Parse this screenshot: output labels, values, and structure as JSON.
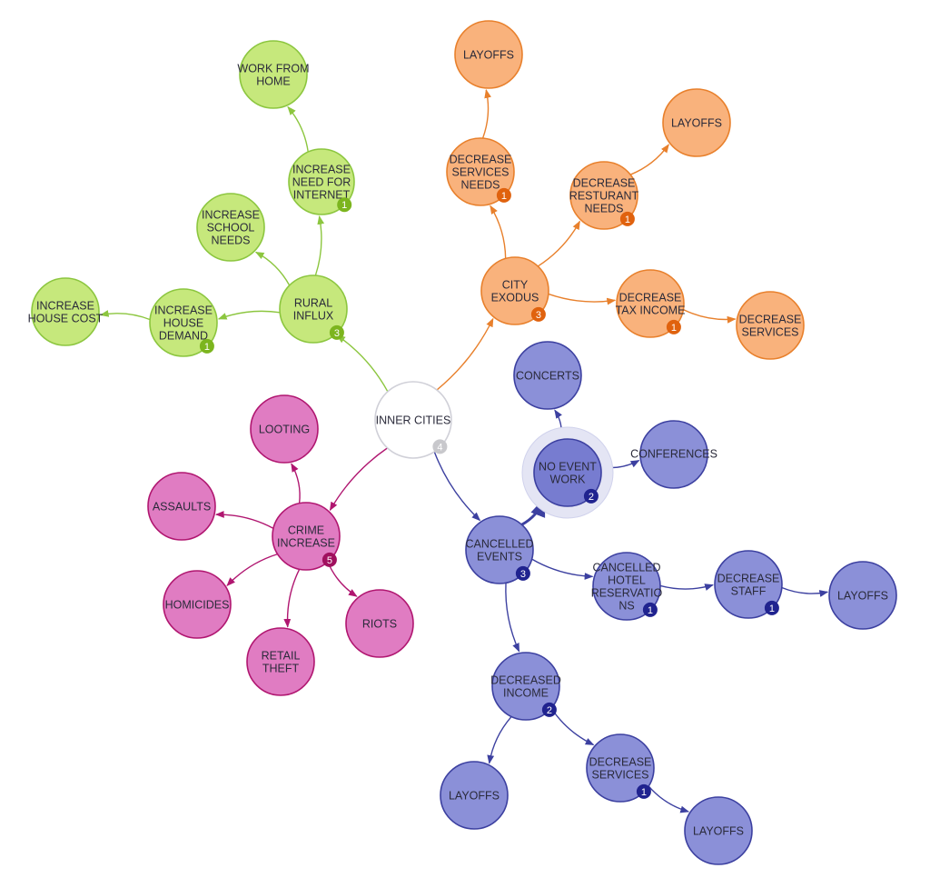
{
  "title": "INNER CITIES",
  "colors": {
    "root": {
      "fill": "#ffffff",
      "stroke": "#d0d0d8",
      "badge": "#c8c8cc",
      "edge": "#888"
    },
    "green": {
      "fill": "#c6e87c",
      "stroke": "#8cc63f",
      "badge": "#7cb51e",
      "edge": "#8cc63f"
    },
    "orange": {
      "fill": "#f9b27c",
      "stroke": "#e8802c",
      "badge": "#e0620e",
      "edge": "#e8802c"
    },
    "purple": {
      "fill": "#8b90d8",
      "stroke": "#3c40a0",
      "badge": "#20238f",
      "edge": "#3c40a0"
    },
    "pink": {
      "fill": "#e07cc2",
      "stroke": "#b01670",
      "badge": "#a0105e",
      "edge": "#b01670"
    }
  },
  "nodes": [
    {
      "id": "inner",
      "lines": [
        "INNER CITIES"
      ],
      "badge": "4",
      "group": "root"
    },
    {
      "id": "rural",
      "lines": [
        "RURAL",
        "INFLUX"
      ],
      "badge": "3",
      "group": "green"
    },
    {
      "id": "g_demand",
      "lines": [
        "INCREASE",
        "HOUSE",
        "DEMAND"
      ],
      "badge": "1",
      "group": "green"
    },
    {
      "id": "g_cost",
      "lines": [
        "INCREASE",
        "HOUSE COST"
      ],
      "group": "green"
    },
    {
      "id": "g_school",
      "lines": [
        "INCREASE",
        "SCHOOL",
        "NEEDS"
      ],
      "group": "green"
    },
    {
      "id": "g_internet",
      "lines": [
        "INCREASE",
        "NEED FOR",
        "INTERNET"
      ],
      "badge": "1",
      "group": "green"
    },
    {
      "id": "g_wfh",
      "lines": [
        "WORK FROM",
        "HOME"
      ],
      "group": "green"
    },
    {
      "id": "city",
      "lines": [
        "CITY",
        "EXODUS"
      ],
      "badge": "3",
      "group": "orange"
    },
    {
      "id": "o_svcneeds",
      "lines": [
        "DECREASE",
        "SERVICES",
        "NEEDS"
      ],
      "badge": "1",
      "group": "orange"
    },
    {
      "id": "o_lay1",
      "lines": [
        "LAYOFFS"
      ],
      "group": "orange"
    },
    {
      "id": "o_rest",
      "lines": [
        "DECREASE",
        "RESTURANT",
        "NEEDS"
      ],
      "badge": "1",
      "group": "orange"
    },
    {
      "id": "o_lay2",
      "lines": [
        "LAYOFFS"
      ],
      "group": "orange"
    },
    {
      "id": "o_tax",
      "lines": [
        "DECREASE",
        "TAX INCOME"
      ],
      "badge": "1",
      "group": "orange"
    },
    {
      "id": "o_svc",
      "lines": [
        "DECREASE",
        "SERVICES"
      ],
      "group": "orange"
    },
    {
      "id": "cancelled",
      "lines": [
        "CANCELLED",
        "EVENTS"
      ],
      "badge": "3",
      "group": "purple"
    },
    {
      "id": "noevent",
      "lines": [
        "NO EVENT",
        "WORK"
      ],
      "badge": "2",
      "group": "purple",
      "selected": true
    },
    {
      "id": "concerts",
      "lines": [
        "CONCERTS"
      ],
      "group": "purple"
    },
    {
      "id": "conferences",
      "lines": [
        "CONFERENCES"
      ],
      "group": "purple",
      "small": true
    },
    {
      "id": "hotel",
      "lines": [
        "CANCELLED",
        "HOTEL",
        "RESERVATIO",
        "NS"
      ],
      "badge": "1",
      "group": "purple"
    },
    {
      "id": "staff",
      "lines": [
        "DECREASE",
        "STAFF"
      ],
      "badge": "1",
      "group": "purple"
    },
    {
      "id": "p_lay1",
      "lines": [
        "LAYOFFS"
      ],
      "group": "purple"
    },
    {
      "id": "income",
      "lines": [
        "DECREASED",
        "INCOME"
      ],
      "badge": "2",
      "group": "purple"
    },
    {
      "id": "p_lay2",
      "lines": [
        "LAYOFFS"
      ],
      "group": "purple"
    },
    {
      "id": "p_decsvc",
      "lines": [
        "DECREASE",
        "SERVICES"
      ],
      "badge": "1",
      "group": "purple"
    },
    {
      "id": "p_lay3",
      "lines": [
        "LAYOFFS"
      ],
      "group": "purple"
    },
    {
      "id": "crime",
      "lines": [
        "CRIME",
        "INCREASE"
      ],
      "badge": "5",
      "group": "pink"
    },
    {
      "id": "looting",
      "lines": [
        "LOOTING"
      ],
      "group": "pink"
    },
    {
      "id": "assaults",
      "lines": [
        "ASSAULTS"
      ],
      "group": "pink"
    },
    {
      "id": "homicides",
      "lines": [
        "HOMICIDES"
      ],
      "group": "pink"
    },
    {
      "id": "retail",
      "lines": [
        "RETAIL",
        "THEFT"
      ],
      "group": "pink"
    },
    {
      "id": "riots",
      "lines": [
        "RIOTS"
      ],
      "group": "pink"
    }
  ],
  "edges": [
    [
      "inner",
      "rural",
      "green"
    ],
    [
      "rural",
      "g_demand",
      "green"
    ],
    [
      "g_demand",
      "g_cost",
      "green"
    ],
    [
      "rural",
      "g_school",
      "green"
    ],
    [
      "rural",
      "g_internet",
      "green"
    ],
    [
      "g_internet",
      "g_wfh",
      "green"
    ],
    [
      "inner",
      "city",
      "orange"
    ],
    [
      "city",
      "o_svcneeds",
      "orange"
    ],
    [
      "o_svcneeds",
      "o_lay1",
      "orange"
    ],
    [
      "city",
      "o_rest",
      "orange"
    ],
    [
      "o_rest",
      "o_lay2",
      "orange"
    ],
    [
      "city",
      "o_tax",
      "orange"
    ],
    [
      "o_tax",
      "o_svc",
      "orange"
    ],
    [
      "inner",
      "cancelled",
      "purple"
    ],
    [
      "cancelled",
      "noevent",
      "purple"
    ],
    [
      "noevent",
      "concerts",
      "purple"
    ],
    [
      "noevent",
      "conferences",
      "purple"
    ],
    [
      "cancelled",
      "hotel",
      "purple"
    ],
    [
      "hotel",
      "staff",
      "purple"
    ],
    [
      "staff",
      "p_lay1",
      "purple"
    ],
    [
      "cancelled",
      "income",
      "purple"
    ],
    [
      "income",
      "p_lay2",
      "purple"
    ],
    [
      "income",
      "p_decsvc",
      "purple"
    ],
    [
      "p_decsvc",
      "p_lay3",
      "purple"
    ],
    [
      "inner",
      "crime",
      "pink"
    ],
    [
      "crime",
      "looting",
      "pink"
    ],
    [
      "crime",
      "assaults",
      "pink"
    ],
    [
      "crime",
      "homicides",
      "pink"
    ],
    [
      "crime",
      "retail",
      "pink"
    ],
    [
      "crime",
      "riots",
      "pink"
    ]
  ]
}
